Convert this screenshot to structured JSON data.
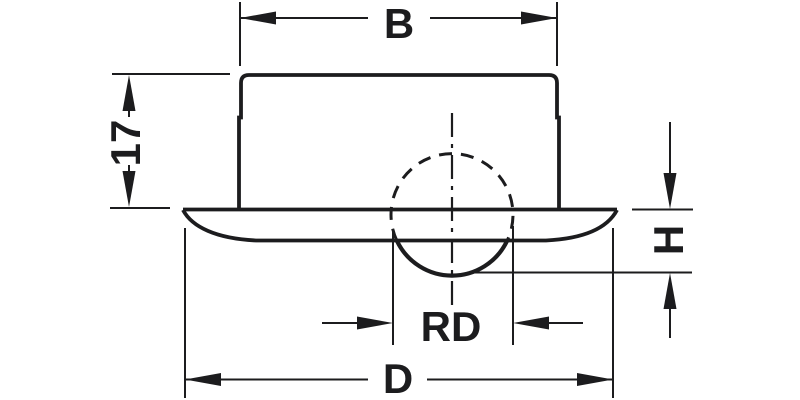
{
  "page": {
    "background": "#ffffff"
  },
  "drawing": {
    "description": "Technical cross-section drawing of a round cover cap with flange seated over a drill hole, annotated with dimension lines",
    "line_color": "#1c1c1e",
    "labels": {
      "body_width": "B",
      "body_height": "17",
      "flange_protrusion": "H",
      "drill_hole_diameter": "RD",
      "outer_diameter": "D"
    }
  }
}
